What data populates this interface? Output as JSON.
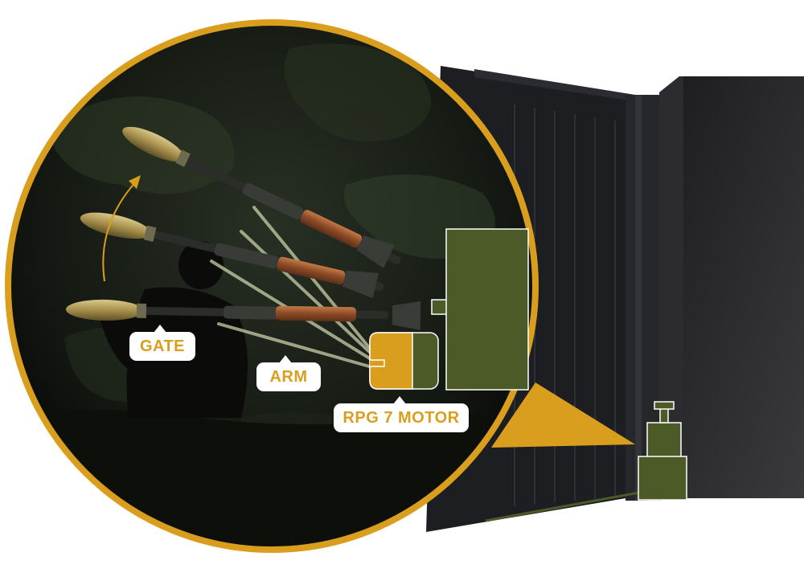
{
  "labels": {
    "gate": "GATE",
    "arm": "ARM",
    "motor": "RPG 7 MOTOR"
  },
  "colors": {
    "accent_gold": "#DA9E1F",
    "motor_green": "#4B5A27",
    "gate_dark": "#1D1E22",
    "panel_dark": "#2A2A2D",
    "label_bg": "#FFFFFF",
    "arm_line": "#C9CFA8"
  },
  "icons": {
    "motion_arrow": "curved-arrow-icon",
    "rocket_launcher": "rpg-launcher-icon",
    "soldier": "soldier-silhouette-icon"
  }
}
